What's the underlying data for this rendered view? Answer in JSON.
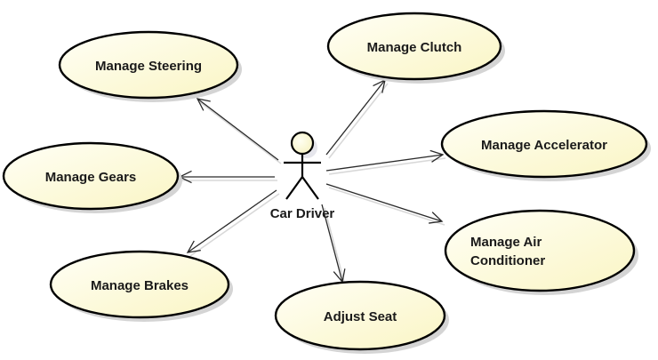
{
  "diagram": {
    "type": "uml-use-case",
    "colors": {
      "usecase_fill_light": "#fffff4",
      "usecase_fill_dark": "#fbf7cc",
      "actor_head_fill": "#fdfbd9",
      "stroke": "#000000",
      "shadow": "#d4d4d4"
    },
    "actor": {
      "id": "car-driver",
      "label": "Car Driver"
    },
    "use_cases": [
      {
        "id": "manage-steering",
        "lines": [
          "Manage Steering"
        ]
      },
      {
        "id": "manage-clutch",
        "lines": [
          "Manage Clutch"
        ]
      },
      {
        "id": "manage-gears",
        "lines": [
          "Manage Gears"
        ]
      },
      {
        "id": "manage-accelerator",
        "lines": [
          "Manage Accelerator"
        ]
      },
      {
        "id": "manage-air-conditioner",
        "lines": [
          "Manage Air",
          "Conditioner"
        ]
      },
      {
        "id": "manage-brakes",
        "lines": [
          "Manage Brakes"
        ]
      },
      {
        "id": "adjust-seat",
        "lines": [
          "Adjust Seat"
        ]
      }
    ],
    "associations": [
      {
        "from": "car-driver",
        "to": "manage-steering",
        "arrow": "open"
      },
      {
        "from": "car-driver",
        "to": "manage-clutch",
        "arrow": "open"
      },
      {
        "from": "car-driver",
        "to": "manage-gears",
        "arrow": "open"
      },
      {
        "from": "car-driver",
        "to": "manage-accelerator",
        "arrow": "open"
      },
      {
        "from": "car-driver",
        "to": "manage-air-conditioner",
        "arrow": "open"
      },
      {
        "from": "car-driver",
        "to": "manage-brakes",
        "arrow": "open"
      },
      {
        "from": "car-driver",
        "to": "adjust-seat",
        "arrow": "open"
      }
    ]
  }
}
